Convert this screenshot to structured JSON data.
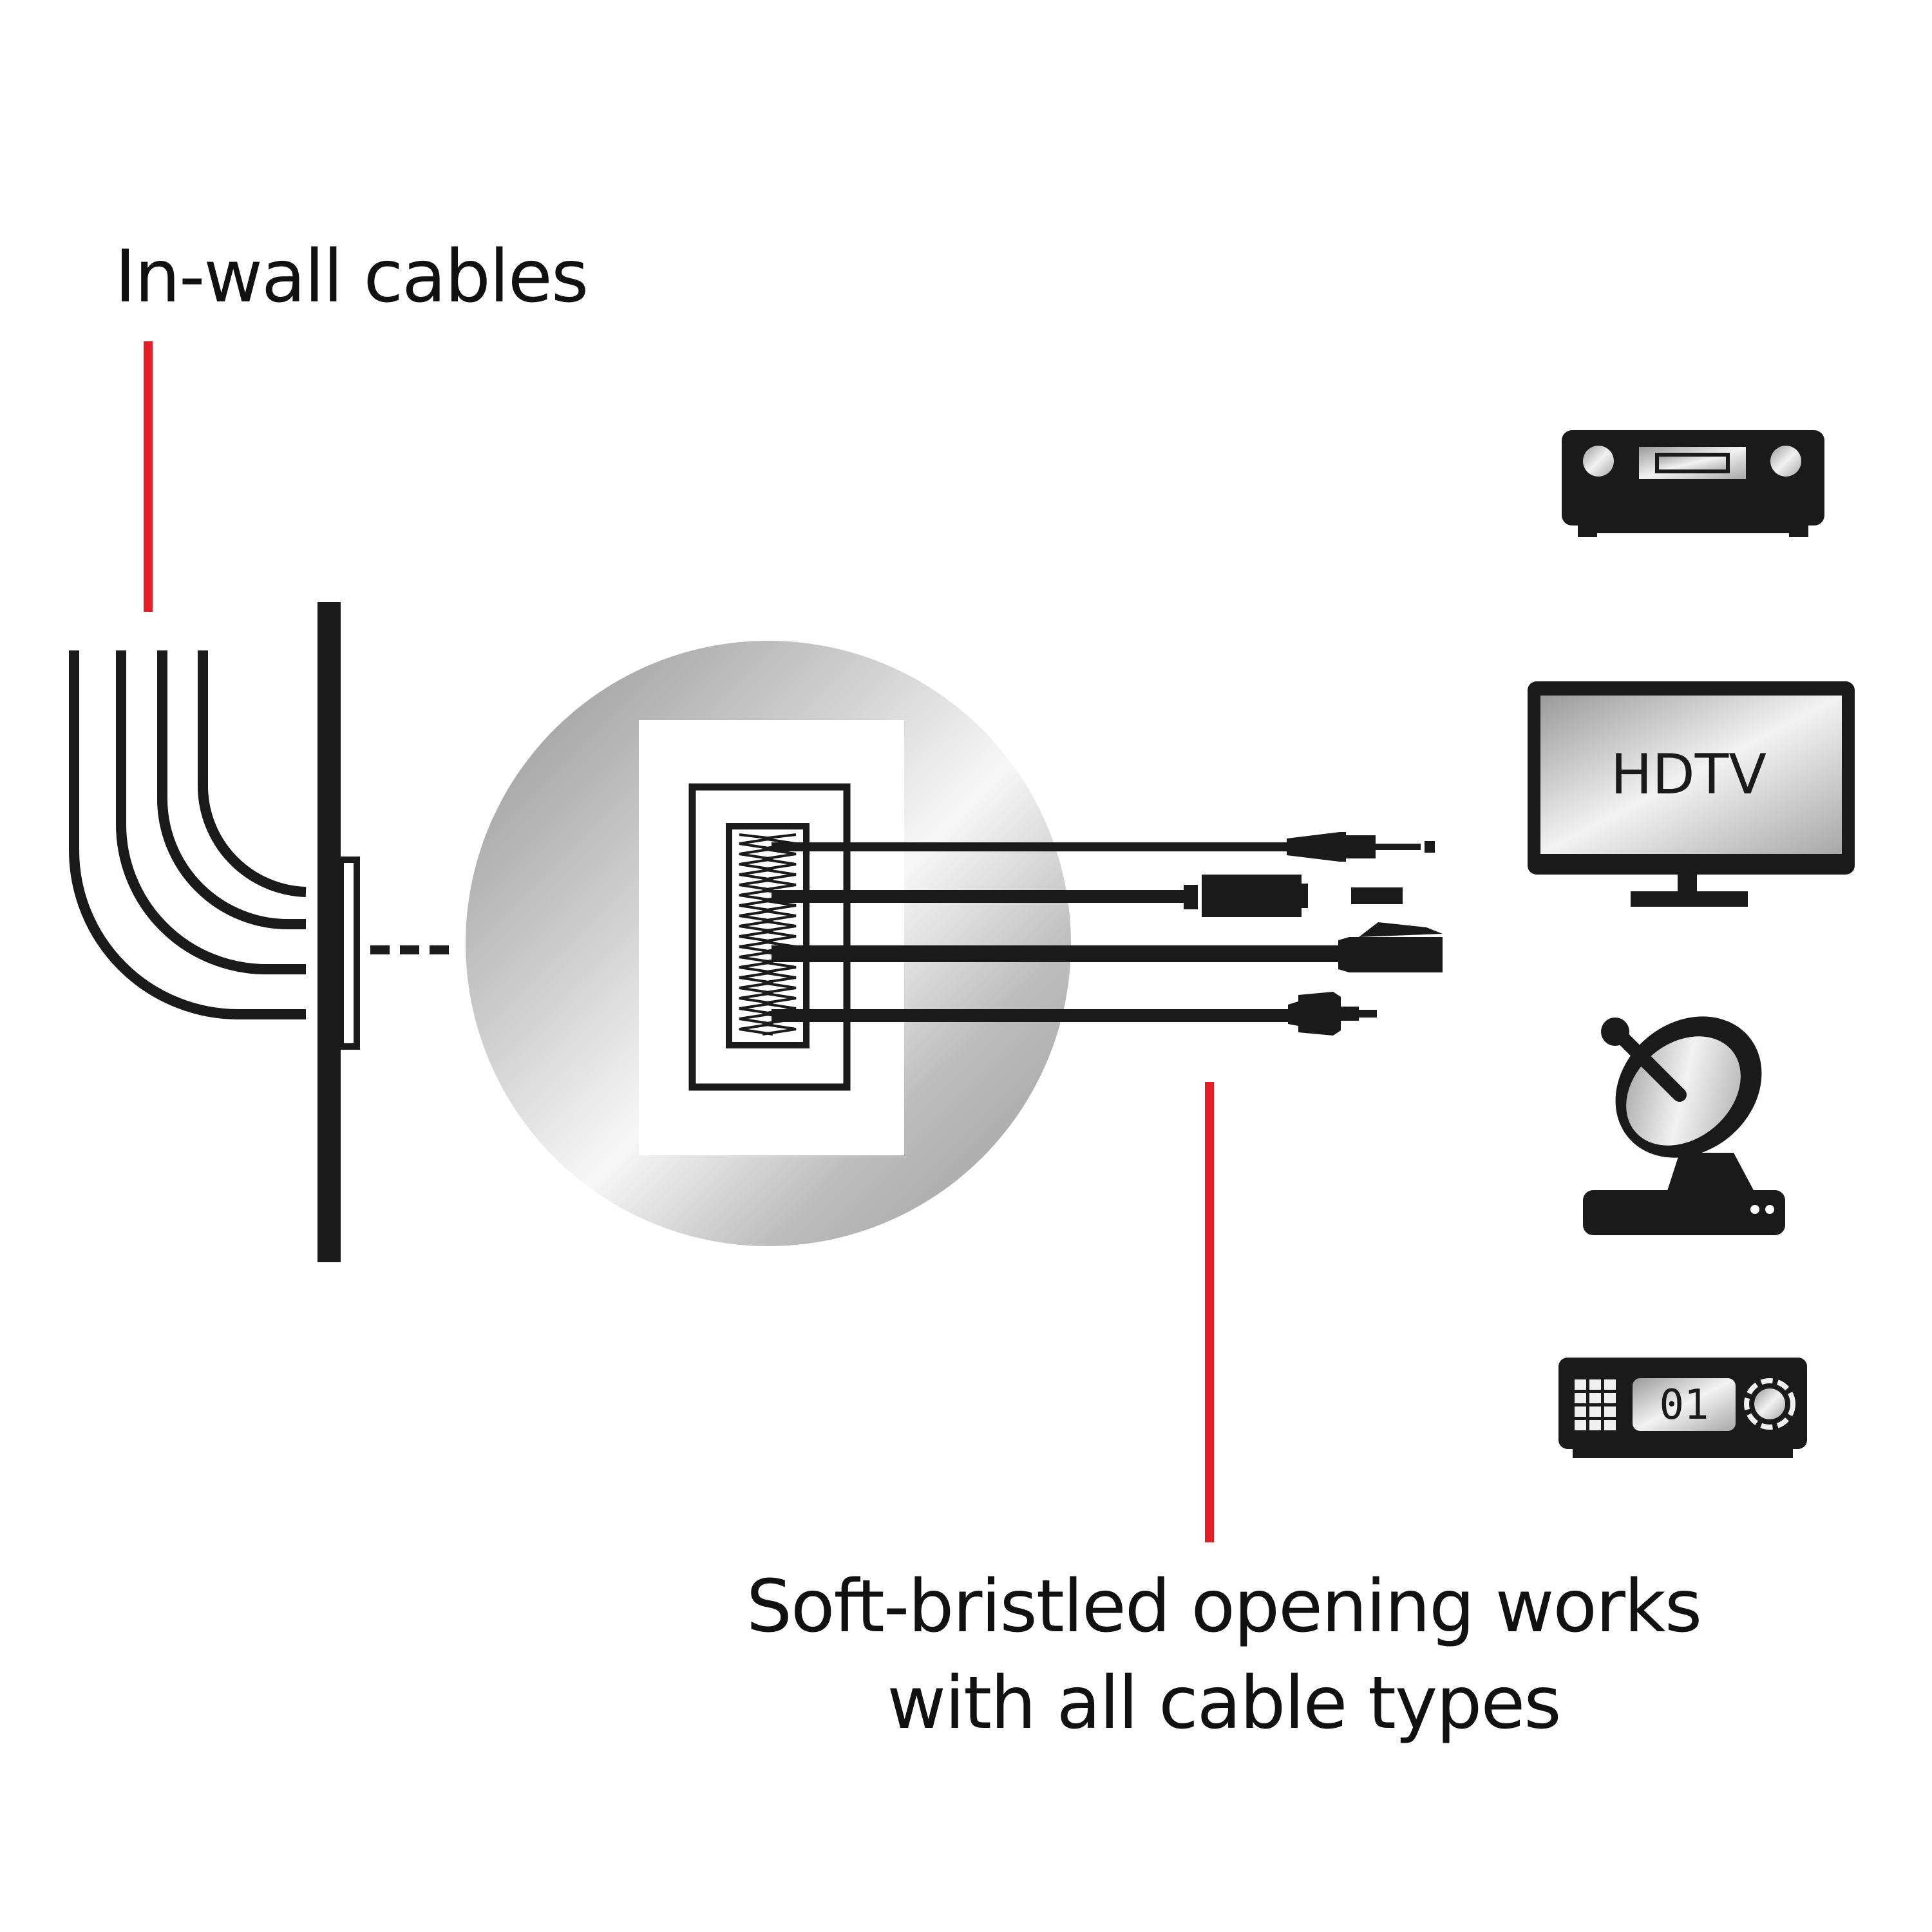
{
  "labels": {
    "in_wall": "In-wall cables",
    "bristle_line1": "Soft-bristled opening works",
    "bristle_line2": "with all cable types"
  },
  "devices": {
    "tv_text": "HDTV",
    "box_display": "01"
  },
  "colors": {
    "ink": "#1a1a1a",
    "callout": "#e31e24",
    "background": "#ffffff",
    "metal_light": "#f4f4f4",
    "metal_dark": "#8d8d8d"
  },
  "icons": [
    "in-wall-cables-icon",
    "wall-plate-icon",
    "brush-plate-icon",
    "audio-jack-icon",
    "hdmi-plug-icon",
    "ethernet-plug-icon",
    "rca-plug-icon",
    "av-receiver-icon",
    "tv-icon",
    "satellite-dish-icon",
    "cable-box-icon"
  ]
}
